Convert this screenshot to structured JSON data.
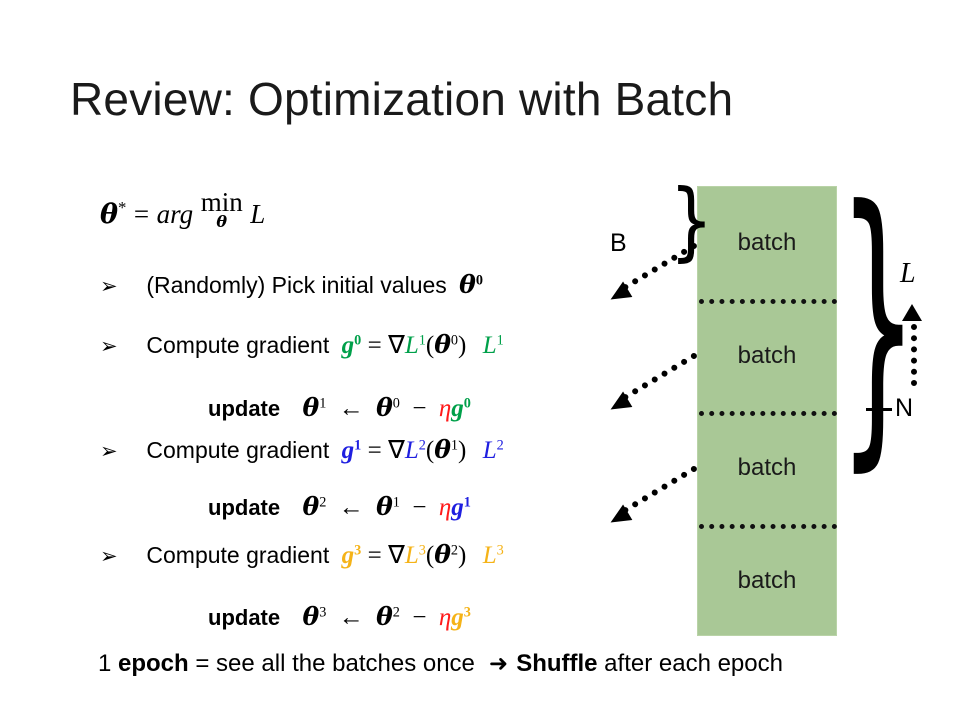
{
  "slide": {
    "title": "Review: Optimization with Batch"
  },
  "formula": {
    "theta": "θ",
    "star": "*",
    "equals": "=",
    "arg": "arg",
    "min": "min",
    "min_sub": "θ",
    "loss": "L"
  },
  "bullets": [
    {
      "glyph": "➢",
      "text": "(Randomly) Pick initial values",
      "symbol": "θ",
      "superscript": "0",
      "color": "#000000"
    },
    {
      "glyph": "➢",
      "text": "Compute gradient",
      "g": "g",
      "g_sup": "0",
      "equals": "=",
      "nabla": "∇",
      "L": "L",
      "L_sup": "1",
      "theta": "θ",
      "theta_sup": "0",
      "trailing_L": "L",
      "trailing_L_sup": "1",
      "color": "#00a04a"
    },
    {
      "glyph": "➢",
      "text": "Compute gradient",
      "g": "g",
      "g_sup": "1",
      "equals": "=",
      "nabla": "∇",
      "L": "L",
      "L_sup": "2",
      "theta": "θ",
      "theta_sup": "1",
      "trailing_L": "L",
      "trailing_L_sup": "2",
      "color": "#1f1fe0"
    },
    {
      "glyph": "➢",
      "text": "Compute gradient",
      "g": "g",
      "g_sup": "3",
      "equals": "=",
      "nabla": "∇",
      "L": "L",
      "L_sup": "3",
      "theta": "θ",
      "theta_sup": "2",
      "trailing_L": "L",
      "trailing_L_sup": "3",
      "color": "#f5b318"
    }
  ],
  "updates": [
    {
      "label": "update",
      "theta_new": "θ",
      "theta_new_sup": "1",
      "arrow": "←",
      "theta_old": "θ",
      "theta_old_sup": "0",
      "minus": "−",
      "eta": "η",
      "g": "g",
      "g_sup": "0",
      "g_color": "#00a04a",
      "eta_color": "#ff1a1a"
    },
    {
      "label": "update",
      "theta_new": "θ",
      "theta_new_sup": "2",
      "arrow": "←",
      "theta_old": "θ",
      "theta_old_sup": "1",
      "minus": "−",
      "eta": "η",
      "g": "g",
      "g_sup": "1",
      "g_color": "#1f1fe0",
      "eta_color": "#ff1a1a"
    },
    {
      "label": "update",
      "theta_new": "θ",
      "theta_new_sup": "3",
      "arrow": "←",
      "theta_old": "θ",
      "theta_old_sup": "2",
      "minus": "−",
      "eta": "η",
      "g": "g",
      "g_sup": "3",
      "g_color": "#f5b318",
      "eta_color": "#ff1a1a"
    }
  ],
  "diagram": {
    "column_color": "#a9c896",
    "batches": [
      {
        "label": "batch"
      },
      {
        "label": "batch"
      },
      {
        "label": "batch"
      },
      {
        "label": "batch"
      }
    ],
    "brace_left_label": "B",
    "brace_right_label": "N",
    "brace_glyph": "}",
    "loss_axis_label": "L"
  },
  "caption": {
    "prefix": "1 ",
    "epoch_bold": "epoch",
    "middle": " = see all the batches once",
    "arrow": "➜",
    "shuffle_bold": "Shuffle",
    "suffix": " after each epoch"
  }
}
